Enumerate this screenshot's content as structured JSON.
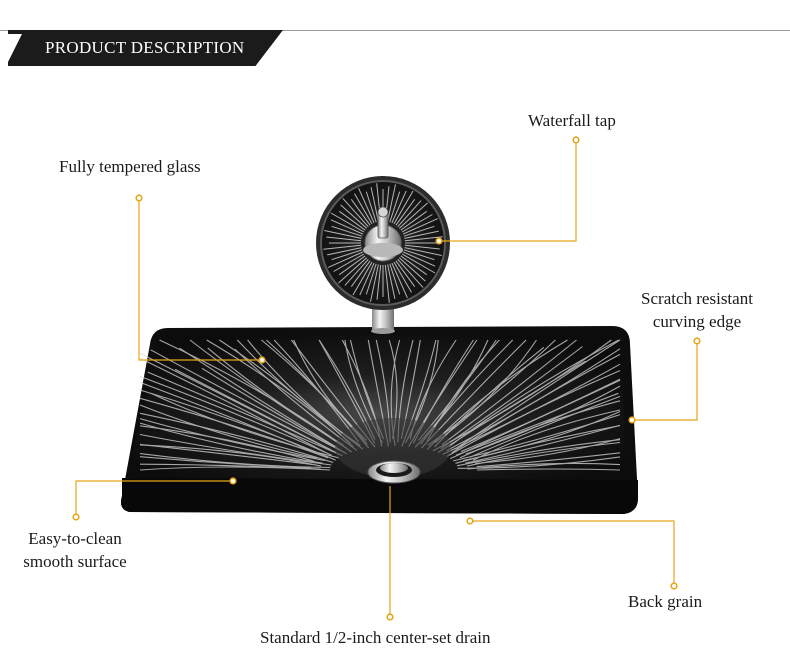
{
  "header": {
    "title": "PRODUCT DESCRIPTION"
  },
  "callouts": {
    "waterfall_tap": "Waterfall tap",
    "tempered_glass": "Fully tempered glass",
    "scratch_line1": "Scratch resistant",
    "scratch_line2": "curving edge",
    "easy_line1": "Easy-to-clean",
    "easy_line2": "smooth surface",
    "back_grain": "Back grain",
    "drain": "Standard 1/2-inch center-set drain"
  },
  "colors": {
    "accent": "#e8a417",
    "sink": "#141414",
    "header": "#1b1b1b"
  }
}
